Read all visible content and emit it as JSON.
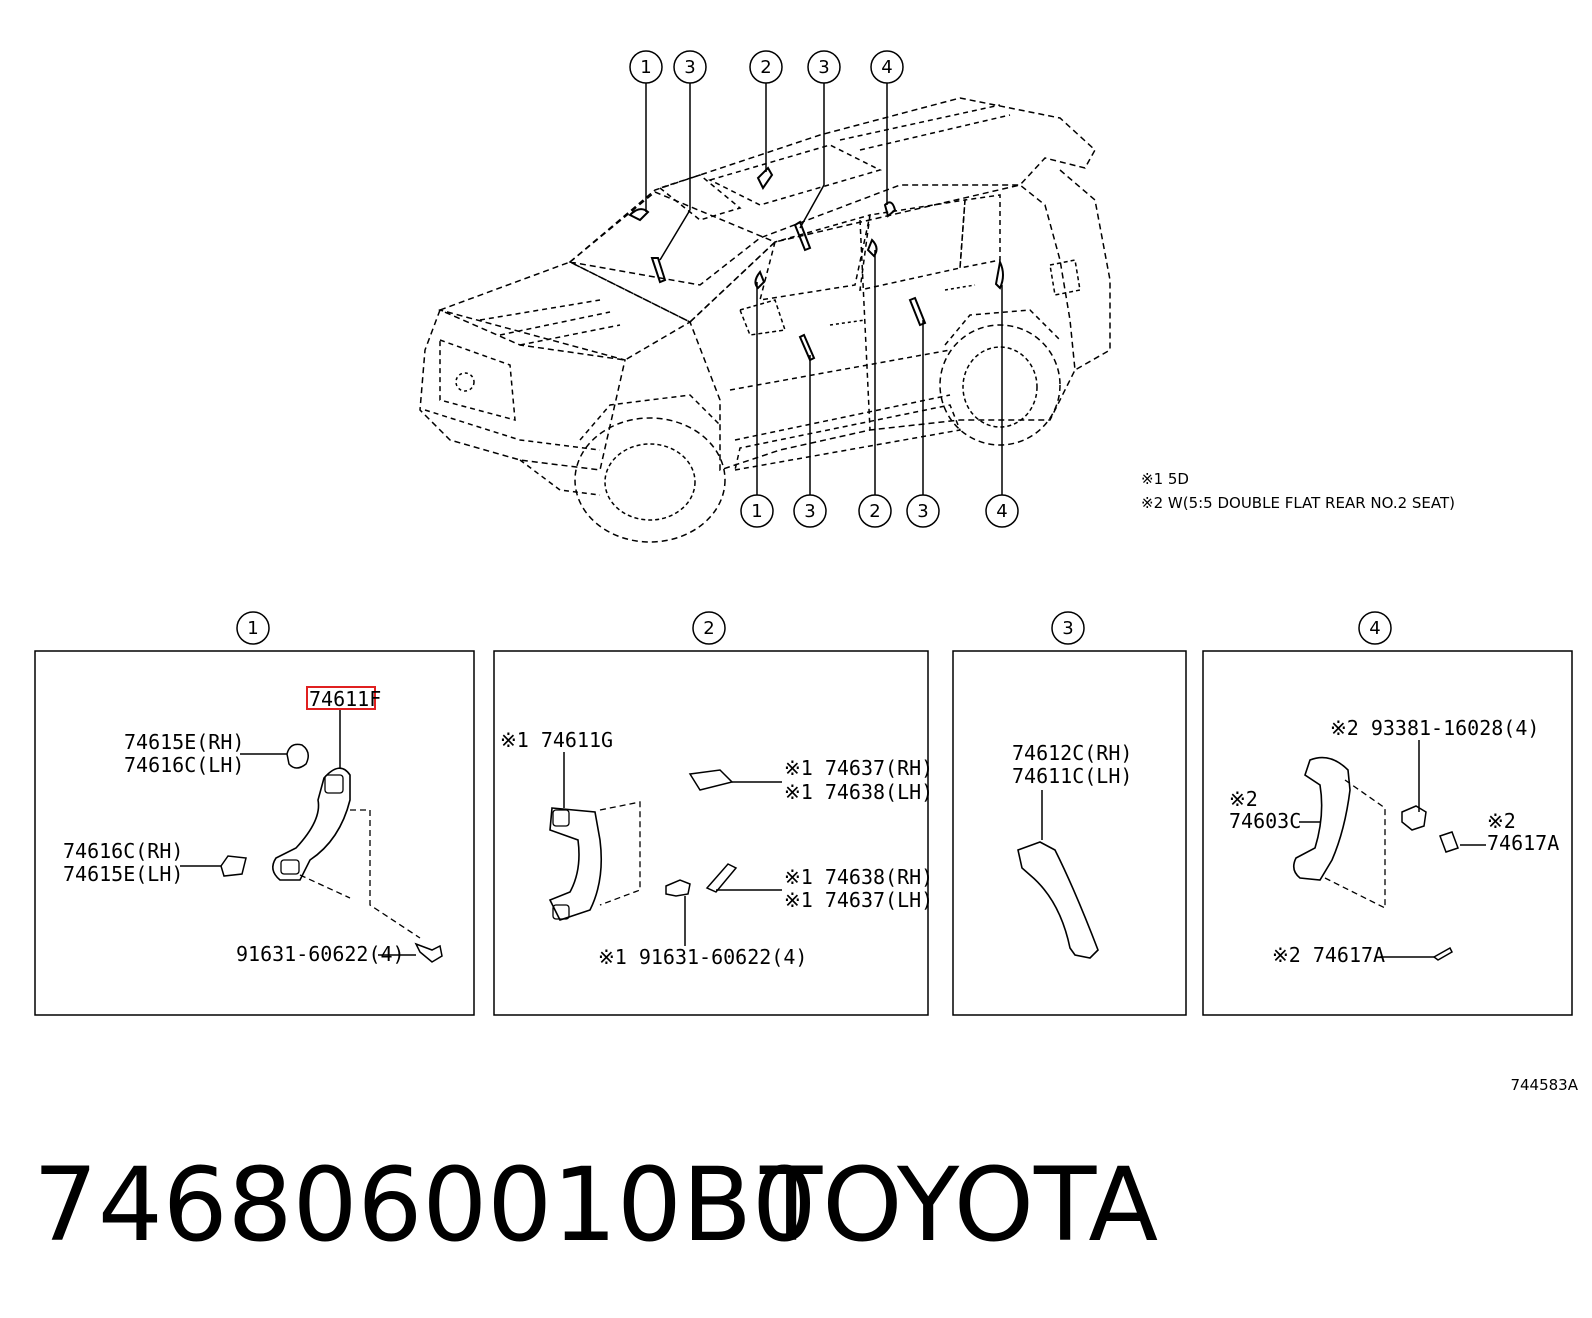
{
  "callouts": {
    "top": [
      "1",
      "3",
      "2",
      "3",
      "4"
    ],
    "bottom": [
      "1",
      "3",
      "2",
      "3",
      "4"
    ],
    "panels": [
      "1",
      "2",
      "3",
      "4"
    ]
  },
  "notes": {
    "note1": "※1 5D",
    "note2": "※2 W(5:5 DOUBLE FLAT REAR NO.2 SEAT)"
  },
  "panel1": {
    "highlighted_part": "74611F",
    "cap_upper_rh": "74615E(RH)",
    "cap_upper_lh": "74616C(LH)",
    "cap_lower_rh": "74616C(RH)",
    "cap_lower_lh": "74615E(LH)",
    "bolt": "91631-60622(4)"
  },
  "panel2": {
    "grip": "※1 74611G",
    "cover_upper_rh": "※1 74637(RH)",
    "cover_upper_lh": "※1 74638(LH)",
    "cover_lower_rh": "※1 74638(RH)",
    "cover_lower_lh": "※1 74637(LH)",
    "bolt": "※1 91631-60622(4)"
  },
  "panel3": {
    "grip_rh": "74612C(RH)",
    "grip_lh": "74611C(LH)"
  },
  "panel4": {
    "screw": "※2 93381-16028(4)",
    "grip_mark": "※2",
    "grip": "74603C",
    "cap_mark": "※2",
    "cap": "74617A",
    "cap_lower": "※2 74617A"
  },
  "diagram_code": "744583A",
  "part_number": "7468060010B0",
  "brand": "TOYOTA",
  "colors": {
    "highlight": "#e02020",
    "line": "#000000"
  }
}
